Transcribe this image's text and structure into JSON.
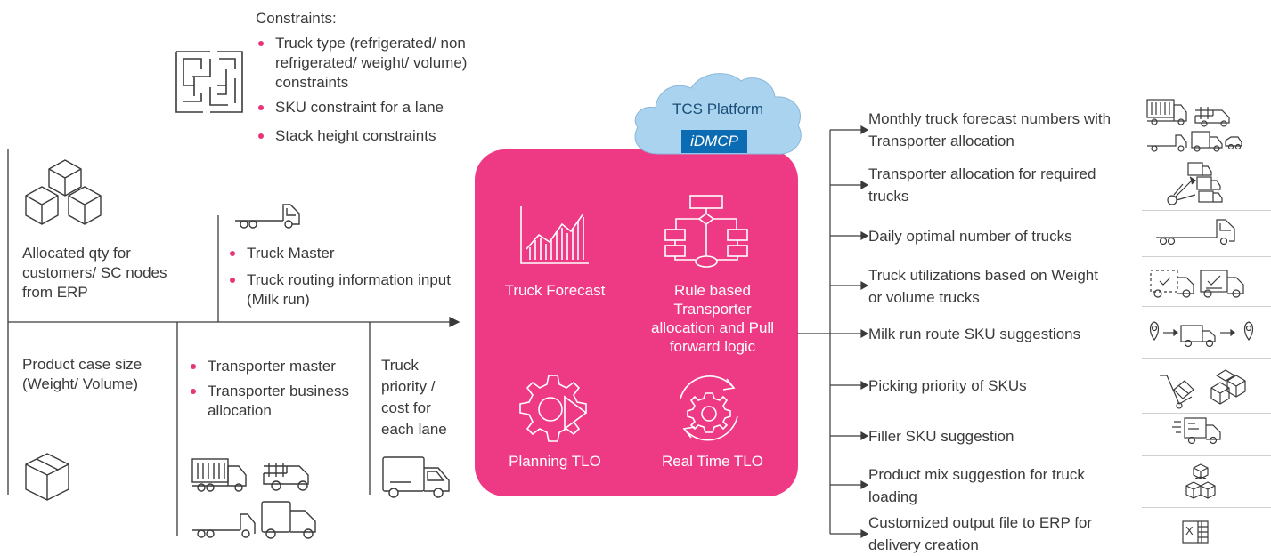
{
  "constraints": {
    "title": "Constraints:",
    "items": [
      "Truck type (refrigerated/ non refrigerated/ weight/ volume) constraints",
      "SKU constraint for a lane",
      "Stack height constraints"
    ]
  },
  "inputs": {
    "allocated_qty": "Allocated qty for customers/ SC nodes from ERP",
    "truck_master": "Truck Master",
    "truck_routing": "Truck routing information input (Milk run)",
    "product_case": "Product case size (Weight/ Volume)",
    "transporter_master": "Transporter master",
    "transporter_business": "Transporter business allocation",
    "truck_priority": "Truck priority / cost for each lane"
  },
  "platform": {
    "cloud_title": "TCS Platform",
    "cloud_badge": "iDMCP",
    "modules": [
      "Truck Forecast",
      "Rule based Transporter allocation and Pull forward logic",
      "Planning TLO",
      "Real Time TLO"
    ]
  },
  "outputs": [
    "Monthly truck forecast numbers with Transporter allocation",
    "Transporter allocation for required trucks",
    "Daily optimal number of trucks",
    "Truck utilizations based on Weight or volume trucks",
    "Milk run route SKU suggestions",
    "Picking priority of SKUs",
    "Filler SKU suggestion",
    "Product mix suggestion for truck loading",
    "Customized output file to ERP for delivery creation"
  ],
  "icons": {
    "excel_glyph": "X"
  },
  "colors": {
    "accent": "#ee3a84",
    "bullet": "#e8357a",
    "cloud": "#a9d3ef",
    "badge": "#0b6cb3"
  }
}
